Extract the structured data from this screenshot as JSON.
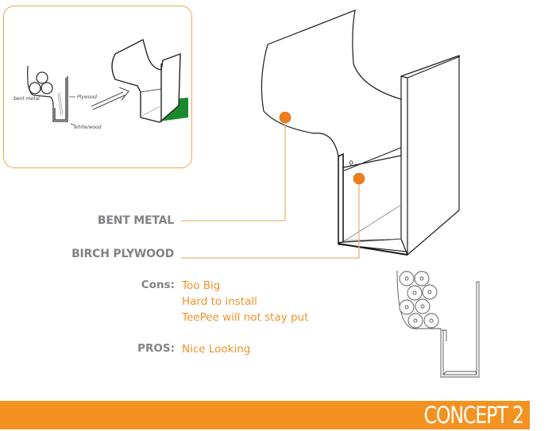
{
  "sketch": {
    "annotations": [
      "bent metal",
      "Plywood",
      "white/wood"
    ],
    "accent_green": "#1a8a2e",
    "border_color": "#f0a850"
  },
  "callouts": [
    {
      "label": "BENT METAL"
    },
    {
      "label": "BIRCH PLYWOOD"
    }
  ],
  "specs": {
    "cons_label": "Cons:",
    "cons": [
      "Too Big",
      "Hard to install",
      "TeePee will not stay put"
    ],
    "pros_label": "PROS:",
    "pros": [
      "Nice Looking"
    ]
  },
  "banner": {
    "title": "CONCEPT 2",
    "color": "#f39221"
  },
  "colors": {
    "accent": "#f0922a",
    "label_gray": "#808285",
    "leader_line": "#f0b07a"
  }
}
